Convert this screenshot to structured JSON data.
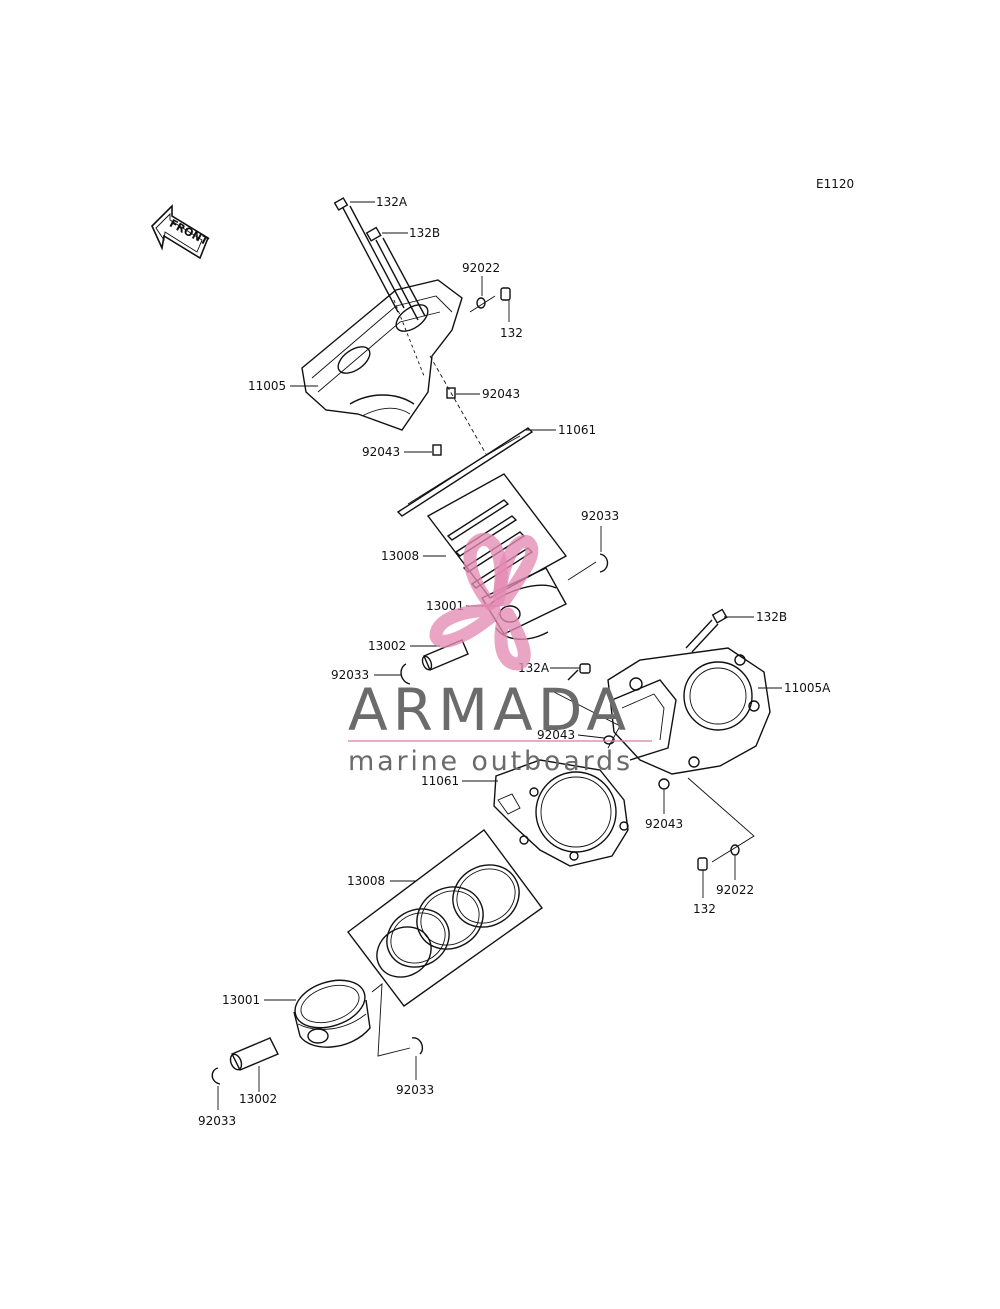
{
  "diagram_code": "E1120",
  "front_arrow_label": "FRONT",
  "watermark": {
    "brand": "ARMADA",
    "tagline": "marine outboards",
    "logo": "pink-propeller-logo",
    "accent_color": "#e48bb3",
    "text_color": "#6b6b6b"
  },
  "labels": [
    "132A",
    "132B",
    "92022",
    "132",
    "11005",
    "92043",
    "11061",
    "92043",
    "92033",
    "13008",
    "13001",
    "13002",
    "92033",
    "132B",
    "132A",
    "11005A",
    "92043",
    "11061",
    "92043",
    "132",
    "92022",
    "13008",
    "13001",
    "13002",
    "92033",
    "92033"
  ]
}
